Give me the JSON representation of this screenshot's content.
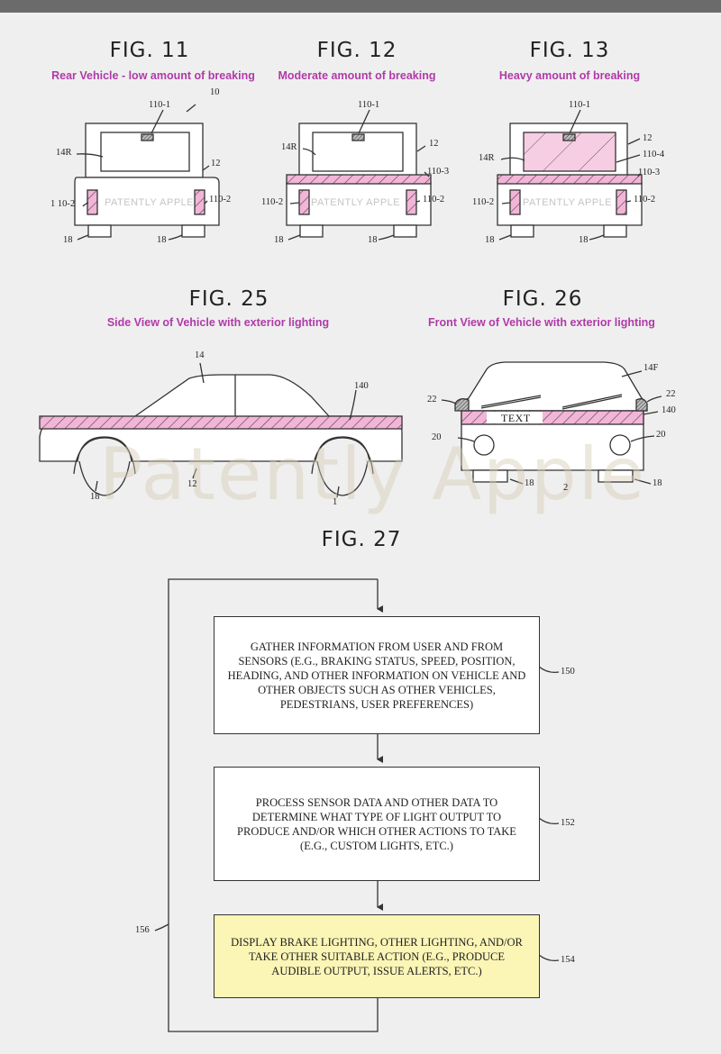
{
  "figures": {
    "fig11": {
      "title": "FIG. 11",
      "subtitle": "Rear Vehicle - low amount of breaking"
    },
    "fig12": {
      "title": "FIG. 12",
      "subtitle": "Moderate amount of breaking"
    },
    "fig13": {
      "title": "FIG. 13",
      "subtitle": "Heavy amount of breaking"
    },
    "fig25": {
      "title": "FIG. 25",
      "subtitle": "Side View of Vehicle with exterior lighting"
    },
    "fig26": {
      "title": "FIG. 26",
      "subtitle": "Front View of Vehicle with exterior lighting"
    },
    "fig27": {
      "title": "FIG. 27"
    }
  },
  "ref_labels": {
    "r10": "10",
    "r110_1": "110-1",
    "r14R": "14R",
    "r12": "12",
    "r110_2": "110-2",
    "r110_2b": "1 10-2",
    "r18": "18",
    "r110_3": "110-3",
    "r110_4": "110-4",
    "r14": "14",
    "r140": "140",
    "r14F": "14F",
    "r22": "22",
    "r20": "20",
    "r2": "2",
    "r1": "1",
    "r150": "150",
    "r152": "152",
    "r154": "154",
    "r156": "156"
  },
  "watermark_small": "PATENTLY APPLE",
  "watermark_big": "Patently Apple",
  "front_text": "TEXT",
  "flow": {
    "step1": "GATHER INFORMATION FROM USER AND FROM SENSORS (E.G., BRAKING STATUS, SPEED, POSITION, HEADING, AND OTHER INFORMATION ON VEHICLE AND OTHER OBJECTS SUCH AS OTHER VEHICLES, PEDESTRIANS, USER PREFERENCES)",
    "step2": "PROCESS SENSOR DATA AND OTHER DATA TO DETERMINE WHAT TYPE OF LIGHT OUTPUT TO PRODUCE AND/OR WHICH OTHER ACTIONS TO TAKE (E.G., CUSTOM LIGHTS, ETC.)",
    "step3": "DISPLAY BRAKE LIGHTING, OTHER LIGHTING, AND/OR TAKE OTHER SUITABLE ACTION (E.G., PRODUCE AUDIBLE OUTPUT, ISSUE ALERTS, ETC.)"
  },
  "colors": {
    "light_pink": "#f2b5d8",
    "highlight_yellow": "#fbf5b6",
    "subtitle_magenta": "#b03aa8"
  }
}
